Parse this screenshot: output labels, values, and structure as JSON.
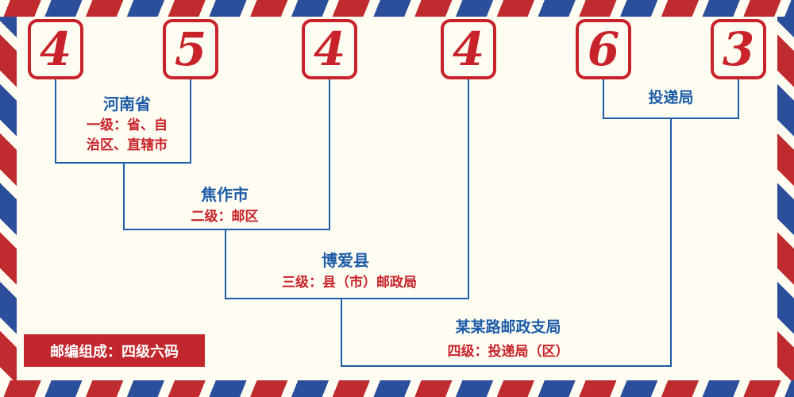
{
  "postal_code": {
    "digits": [
      "4",
      "5",
      "4",
      "4",
      "6",
      "3"
    ]
  },
  "labels": {
    "province": {
      "name": "河南省",
      "desc_line1": "一级：省、自",
      "desc_line2": "治区、直辖市"
    },
    "city": {
      "name": "焦作市",
      "desc": "二级：邮区"
    },
    "county": {
      "name": "博爱县",
      "desc": "三级：县（市）邮政局"
    },
    "branch": {
      "name": "某某路邮政支局",
      "desc": "四级：投递局（区）"
    },
    "delivery_office": {
      "name": "投递局"
    }
  },
  "footer": {
    "badge": "邮编组成：四级六码"
  },
  "colors": {
    "red": "#c8222a",
    "blue": "#1d5ca8",
    "stripe_red": "#bf2b2f",
    "stripe_blue": "#2c4f9c",
    "background": "#fffdf2"
  }
}
